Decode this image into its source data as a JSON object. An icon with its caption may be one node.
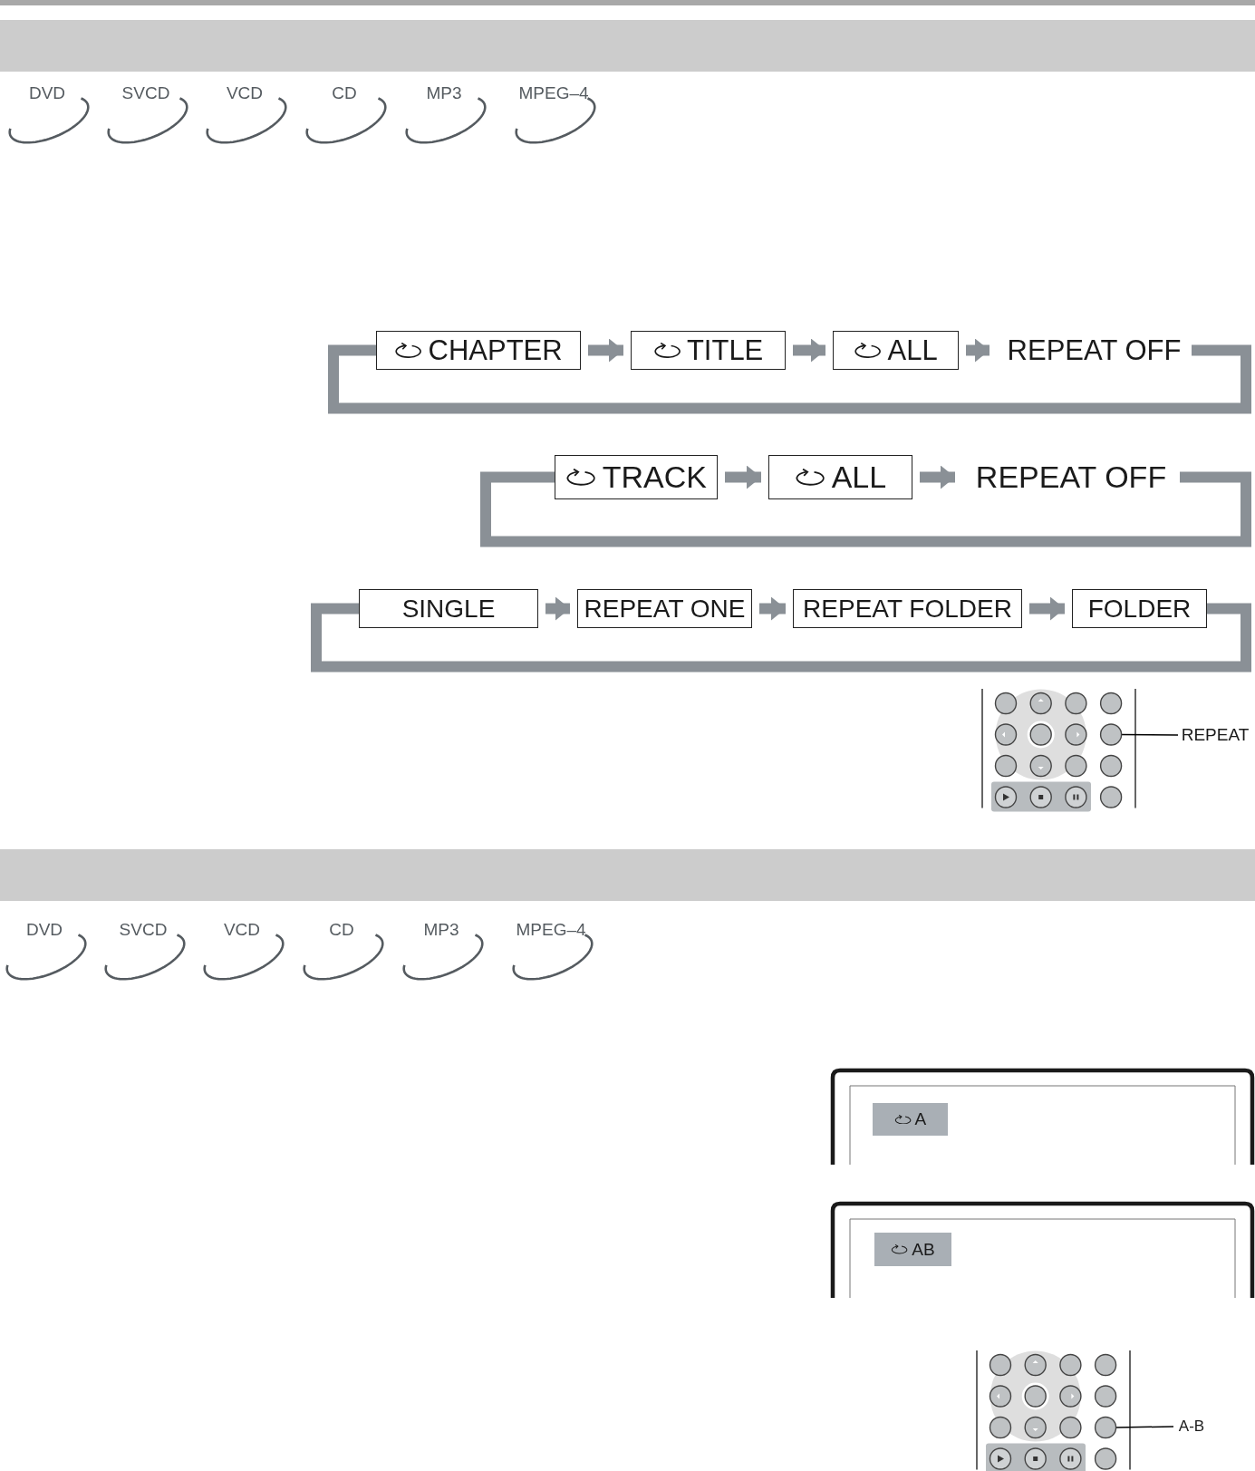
{
  "diagram": {
    "nodes": [
      {
        "text": [
          "CHAPTER"
        ]
      },
      {
        "text": [
          "TITLE"
        ]
      },
      {
        "text": [
          "ALL"
        ]
      },
      {
        "text": [
          "REPEAT OFF"
        ]
      },
      {
        "text": [
          "TRACK"
        ]
      },
      {
        "text": [
          "ALL"
        ]
      },
      {
        "text": [
          "REPEAT OFF"
        ]
      },
      {
        "text": [
          "SINGLE"
        ]
      },
      {
        "text": [
          "REPEAT ONE"
        ]
      },
      {
        "text": [
          "REPEAT FOLDER"
        ]
      },
      {
        "text": [
          "FOLDER"
        ]
      },
      {
        "text": [
          "REPEAT"
        ]
      },
      {
        "text": [],
        "shape": "circle"
      },
      {
        "text": [
          "A"
        ]
      },
      {
        "text": [
          "AB"
        ]
      },
      {
        "text": [
          "A-B"
        ]
      },
      {
        "text": [],
        "shape": "circle"
      }
    ],
    "edges": [
      {
        "from": 0,
        "to": 1,
        "arrow": "to"
      },
      {
        "from": 1,
        "to": 2,
        "arrow": "to"
      },
      {
        "from": 2,
        "to": 3,
        "arrow": "to"
      },
      {
        "from": 3,
        "to": 0,
        "arrow": "none"
      },
      {
        "from": 4,
        "to": 5,
        "arrow": "to"
      },
      {
        "from": 5,
        "to": 6,
        "arrow": "to"
      },
      {
        "from": 6,
        "to": 4,
        "arrow": "none"
      },
      {
        "from": 7,
        "to": 8,
        "arrow": "to"
      },
      {
        "from": 8,
        "to": 9,
        "arrow": "to"
      },
      {
        "from": 9,
        "to": 10,
        "arrow": "to"
      },
      {
        "from": 10,
        "to": 7,
        "arrow": "none"
      },
      {
        "from": 11,
        "to": 12,
        "arrow": "none",
        "color": "#000000"
      },
      {
        "from": 15,
        "to": 16,
        "arrow": "none",
        "color": "#000000"
      }
    ],
    "labels": [
      "DVD",
      "SVCD",
      "VCD",
      "CD",
      "MP3",
      "MPEG–4",
      "DVD",
      "SVCD",
      "VCD",
      "CD",
      "MP3",
      "MPEG–4"
    ]
  }
}
